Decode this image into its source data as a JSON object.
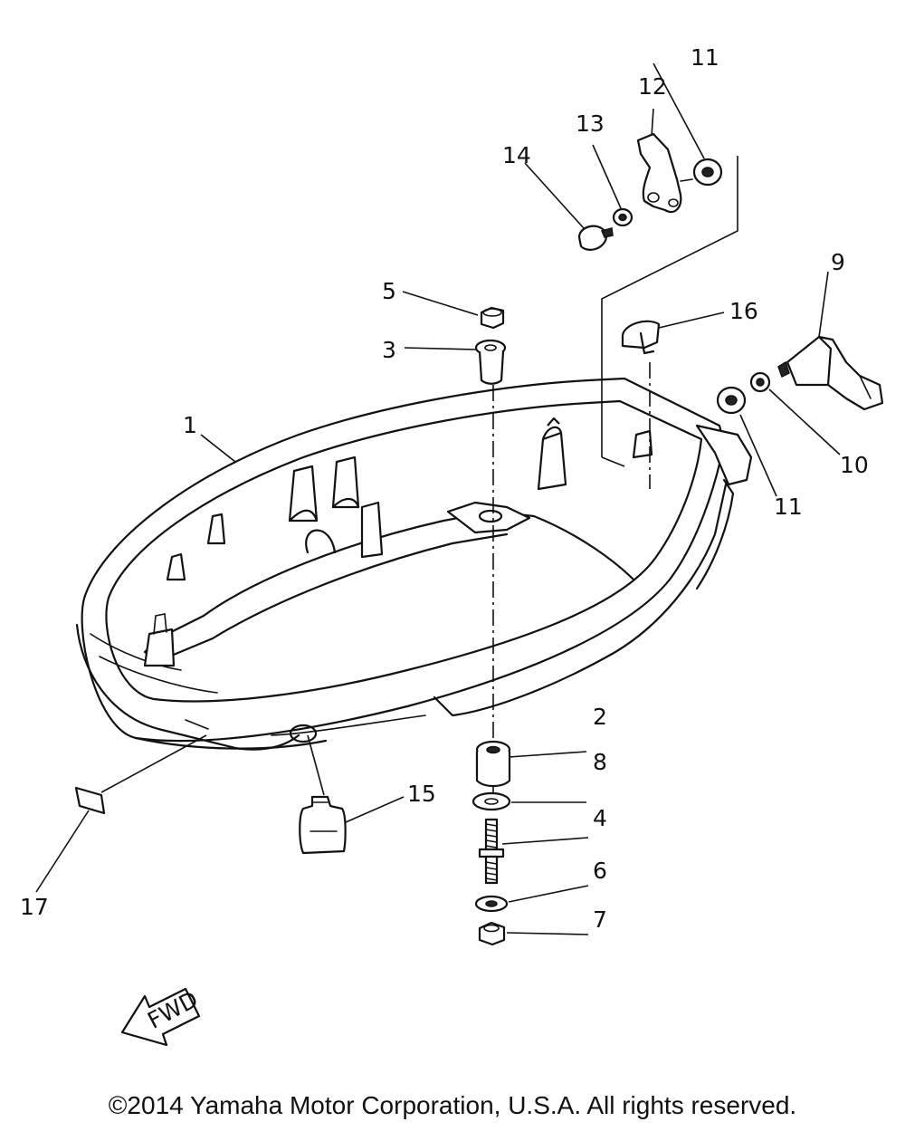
{
  "callouts": {
    "c1": "1",
    "c2": "2",
    "c3": "3",
    "c4": "4",
    "c5": "5",
    "c6": "6",
    "c7": "7",
    "c8": "8",
    "c9": "9",
    "c10": "10",
    "c11a": "11",
    "c11b": "11",
    "c12": "12",
    "c13": "13",
    "c14": "14",
    "c15": "15",
    "c16": "16",
    "c17": "17"
  },
  "fwd_label": "FWD",
  "copyright": "©2014 Yamaha Motor Corporation, U.S.A. All rights reserved."
}
